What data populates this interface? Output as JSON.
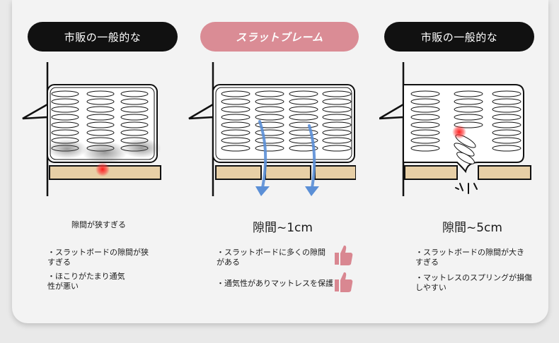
{
  "columns": [
    {
      "header": "市販の一般的な",
      "caption": "隙間が狭すぎる",
      "notes": [
        "・スラットボードの隙間が狭すぎる",
        "・ほこりがたまり通気性が悪い"
      ]
    },
    {
      "header": "スラットブレーム",
      "caption": "隙間~1cm",
      "notes": [
        "・スラットボードに多くの隙間がある",
        "・通気性がありマットレスを保護"
      ]
    },
    {
      "header": "市販の一般的な",
      "caption": "隙間~5cm",
      "notes": [
        "・スラットボードの隙間が大きすぎる",
        "・マットレスのスプリングが損傷しやすい"
      ]
    }
  ],
  "colors": {
    "dark_pill": "#111111",
    "pink_pill": "#d98791",
    "board": "#e7cfa6",
    "arrow": "#5b8fd6",
    "thumb": "#d98791",
    "hotspot": "#ff2020"
  }
}
